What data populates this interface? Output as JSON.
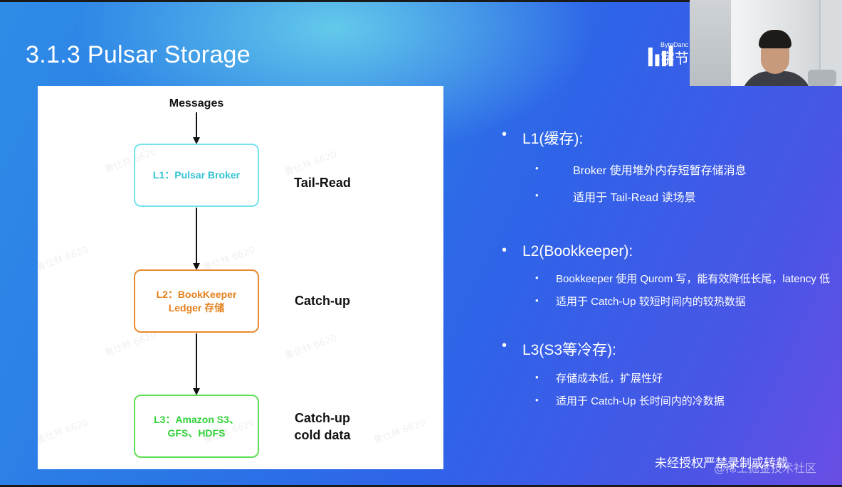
{
  "slide": {
    "title": "3.1.3 Pulsar Storage",
    "logo": {
      "small": "ByteDanc",
      "big": "字节"
    },
    "footer": "未经授权严禁录制或转载",
    "footer_watermark": "@稀土掘金技术社区"
  },
  "diagram": {
    "messages_label": "Messages",
    "l1_label": "L1：Pulsar Broker",
    "l2_line1": "L2：BookKeeper",
    "l2_line2": "Ledger 存储",
    "l3_line1": "L3：Amazon S3、",
    "l3_line2": "GFS、HDFS",
    "tail_read": "Tail-Read",
    "catch_up": "Catch-up",
    "catch_up_cold_line1": "Catch-up",
    "catch_up_cold_line2": "cold data",
    "watermark": "鲁仕林 6620",
    "colors": {
      "l1": "#35c3d3",
      "l2": "#e4801c",
      "l3": "#33d13a"
    }
  },
  "bullets": {
    "l1": {
      "title": "L1(缓存):",
      "items": [
        "Broker 使用堆外内存短暂存储消息",
        "适用于 Tail-Read 读场景"
      ]
    },
    "l2": {
      "title": "L2(Bookkeeper):",
      "items": [
        "Bookkeeper 使用 Qurom 写，能有效降低长尾，latency 低",
        "适用于 Catch-Up 较短时间内的较热数据"
      ]
    },
    "l3": {
      "title": "L3(S3等冷存):",
      "items": [
        "存储成本低，扩展性好",
        "适用于 Catch-Up 长时间内的冷数据"
      ]
    }
  }
}
